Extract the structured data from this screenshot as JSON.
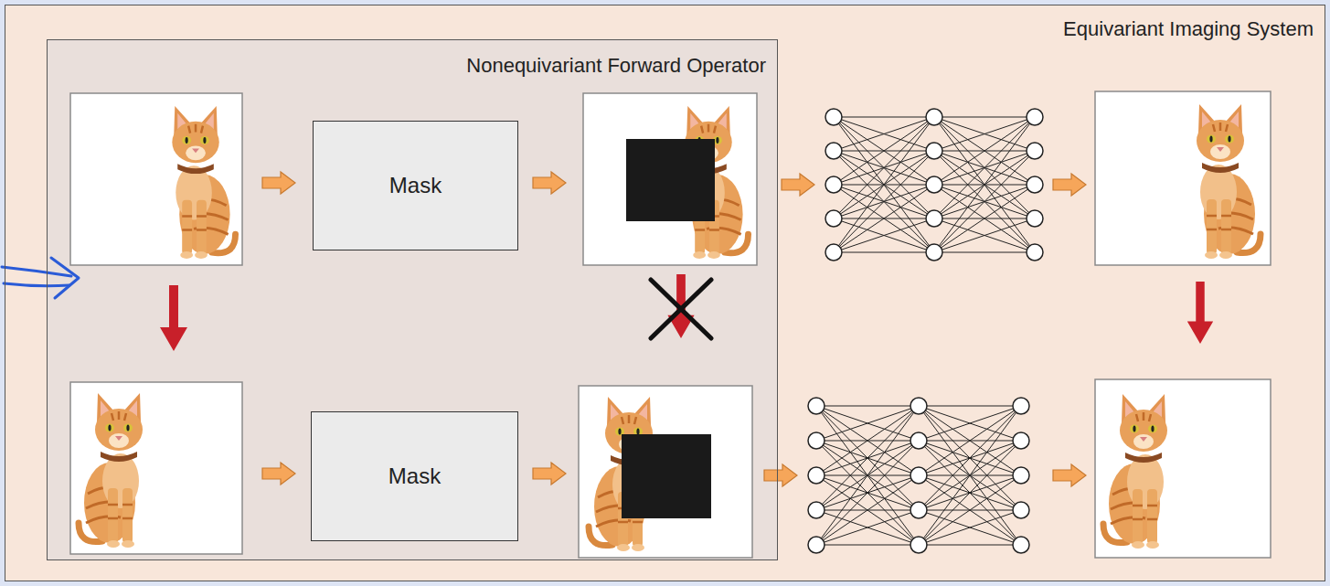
{
  "diagram": {
    "nodes": [
      {
        "text": [
          "Equivariant Imaging System"
        ]
      },
      {
        "text": [
          "Nonequivariant Forward Operator"
        ],
        "in": 0
      },
      {
        "text": [
          "Mask"
        ],
        "in": 1
      },
      {
        "text": [
          "Mask"
        ],
        "in": 1
      }
    ]
  }
}
